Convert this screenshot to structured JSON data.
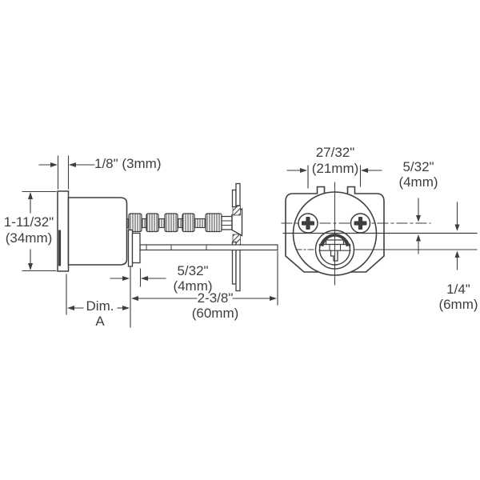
{
  "colors": {
    "line": "#3e3e3e",
    "background": "#ffffff",
    "text": "#3e3e3e"
  },
  "views": {
    "side_view": "cylinder-side-view",
    "front_view": "cylinder-front-view"
  },
  "labels": {
    "face_thickness": {
      "l1": "1/8\" (3mm)"
    },
    "cylinder_height": {
      "l1": "1-11/32\"",
      "l2": "(34mm)"
    },
    "collar_width": {
      "l1": "5/32\"",
      "l2": "(4mm)"
    },
    "overall_length": {
      "l1": "2-3/8\"",
      "l2": "(60mm)"
    },
    "dim_a": {
      "l1": "Dim.",
      "l2": "A"
    },
    "screw_spacing": {
      "l1": "27/32\"",
      "l2": "(21mm)"
    },
    "center_offset": {
      "l1": "5/32\"",
      "l2": "(4mm)"
    },
    "tailpiece_offset": {
      "l1": "1/4\"",
      "l2": "(6mm)"
    }
  }
}
